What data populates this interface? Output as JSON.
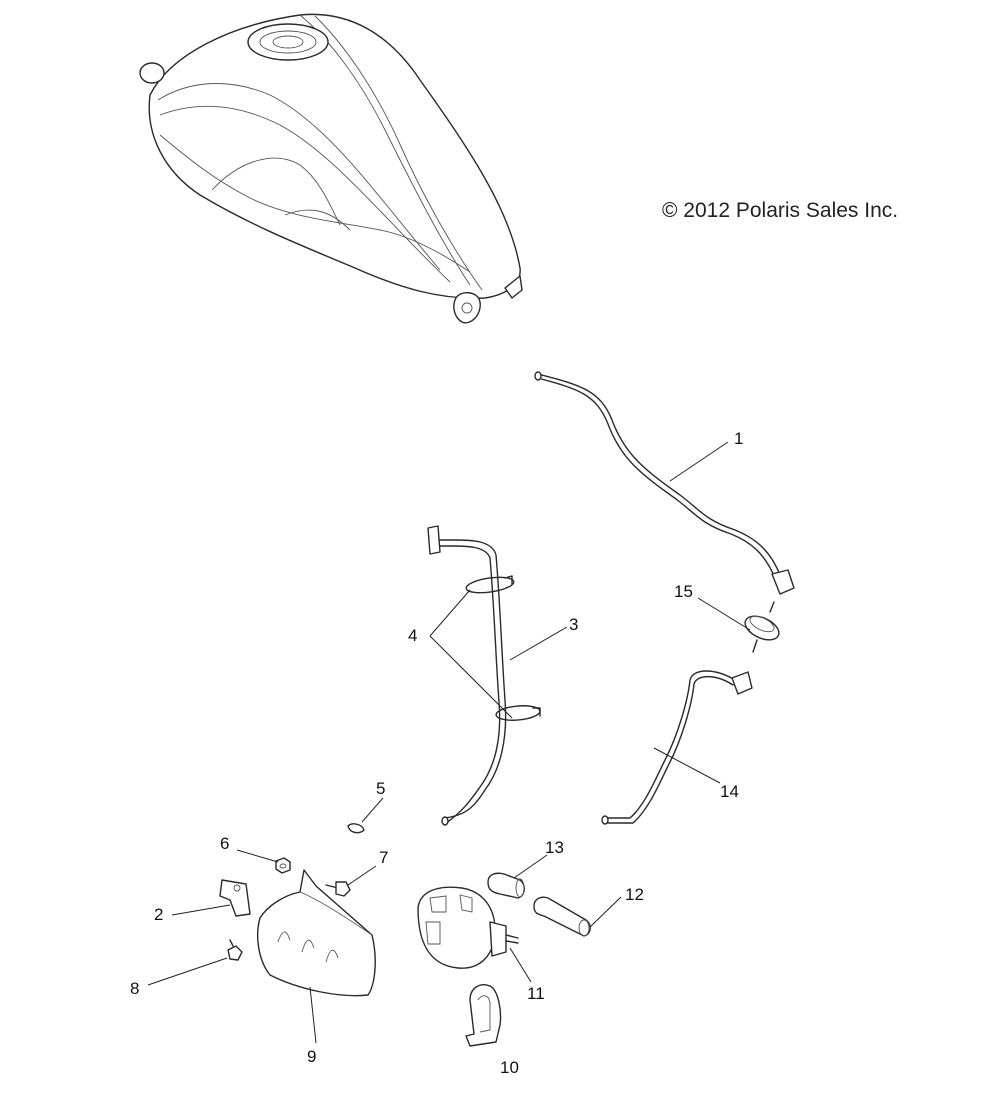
{
  "copyright": "© 2012 Polaris Sales Inc.",
  "callouts": {
    "c1": "1",
    "c2": "2",
    "c3": "3",
    "c4": "4",
    "c5": "5",
    "c6": "6",
    "c7": "7",
    "c8": "8",
    "c9": "9",
    "c10": "10",
    "c11": "11",
    "c12": "12",
    "c13": "13",
    "c14": "14",
    "c15": "15"
  }
}
